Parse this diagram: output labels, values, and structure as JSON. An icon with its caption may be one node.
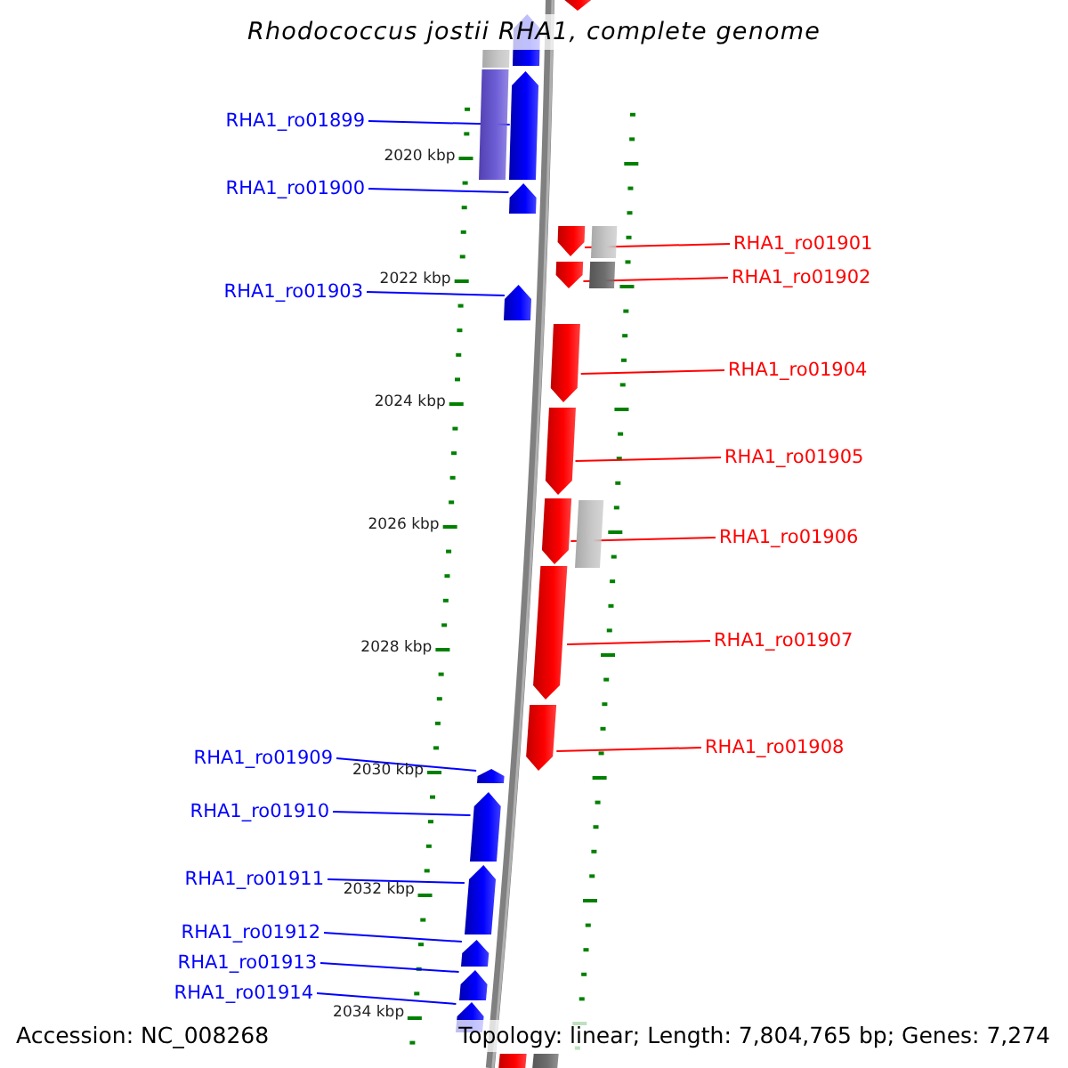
{
  "diagram": {
    "title": "Rhodococcus jostii RHA1, complete genome",
    "nodes": [
      {
        "text": [],
        "shape": "pentagon"
      },
      {
        "text": [],
        "shape": "pentagon"
      },
      {
        "text": [],
        "shape": "bar"
      },
      {
        "text": [],
        "shape": "bar"
      },
      {
        "text": [
          "RHA1_ro01899"
        ]
      },
      {
        "text": [],
        "shape": "pentagon"
      },
      {
        "text": [
          "RHA1_ro01900"
        ]
      },
      {
        "text": [],
        "shape": "pentagon"
      },
      {
        "text": [],
        "shape": "pentagon"
      },
      {
        "text": [],
        "shape": "bar"
      },
      {
        "text": [
          "RHA1_ro01901"
        ]
      },
      {
        "text": [],
        "shape": "pentagon"
      },
      {
        "text": [],
        "shape": "bar"
      },
      {
        "text": [
          "RHA1_ro01902"
        ]
      },
      {
        "text": [
          "RHA1_ro01903"
        ]
      },
      {
        "text": [],
        "shape": "pentagon"
      },
      {
        "text": [],
        "shape": "pentagon"
      },
      {
        "text": [
          "RHA1_ro01904"
        ]
      },
      {
        "text": [],
        "shape": "pentagon"
      },
      {
        "text": [
          "RHA1_ro01905"
        ]
      },
      {
        "text": [],
        "shape": "pentagon"
      },
      {
        "text": [],
        "shape": "bar"
      },
      {
        "text": [
          "RHA1_ro01906"
        ]
      },
      {
        "text": [],
        "shape": "pentagon"
      },
      {
        "text": [
          "RHA1_ro01907"
        ]
      },
      {
        "text": [],
        "shape": "pentagon"
      },
      {
        "text": [
          "RHA1_ro01908"
        ]
      },
      {
        "text": [
          "RHA1_ro01909"
        ]
      },
      {
        "text": [],
        "shape": "pentagon"
      },
      {
        "text": [
          "RHA1_ro01910"
        ]
      },
      {
        "text": [],
        "shape": "pentagon"
      },
      {
        "text": [
          "RHA1_ro01911"
        ]
      },
      {
        "text": [],
        "shape": "pentagon"
      },
      {
        "text": [
          "RHA1_ro01912"
        ]
      },
      {
        "text": [],
        "shape": "pentagon"
      },
      {
        "text": [
          "RHA1_ro01913"
        ]
      },
      {
        "text": [],
        "shape": "pentagon"
      },
      {
        "text": [
          "RHA1_ro01914"
        ]
      },
      {
        "text": [],
        "shape": "pentagon"
      },
      {
        "text": [],
        "shape": "pentagon"
      },
      {
        "text": [],
        "shape": "bar"
      }
    ],
    "edges": [
      {
        "from": 4,
        "to": 5,
        "arrow": "none"
      },
      {
        "from": 6,
        "to": 7,
        "arrow": "none"
      },
      {
        "from": 10,
        "to": 8,
        "arrow": "none",
        "color": "#ff0000"
      },
      {
        "from": 13,
        "to": 11,
        "arrow": "none",
        "color": "#ff0000"
      },
      {
        "from": 14,
        "to": 15,
        "arrow": "none"
      },
      {
        "from": 17,
        "to": 16,
        "arrow": "none",
        "color": "#ff0000"
      },
      {
        "from": 19,
        "to": 18,
        "arrow": "none",
        "color": "#ff0000"
      },
      {
        "from": 22,
        "to": 20,
        "arrow": "none",
        "color": "#ff0000"
      },
      {
        "from": 24,
        "to": 23,
        "arrow": "none",
        "color": "#ff0000"
      },
      {
        "from": 26,
        "to": 25,
        "arrow": "none",
        "color": "#ff0000"
      },
      {
        "from": 27,
        "to": 28,
        "arrow": "none"
      },
      {
        "from": 29,
        "to": 30,
        "arrow": "none"
      },
      {
        "from": 31,
        "to": 32,
        "arrow": "none"
      },
      {
        "from": 33,
        "to": 34,
        "arrow": "none"
      },
      {
        "from": 35,
        "to": 36,
        "arrow": "none"
      },
      {
        "from": 37,
        "to": 38,
        "arrow": "none"
      }
    ],
    "labels": [
      "2020 kbp",
      "2022 kbp",
      "2024 kbp",
      "2026 kbp",
      "2028 kbp",
      "2030 kbp",
      "2032 kbp",
      "2034 kbp",
      "Accession: NC_008268",
      "Topology: linear; Length: 7,804,765 bp; Genes: 7,274"
    ]
  }
}
